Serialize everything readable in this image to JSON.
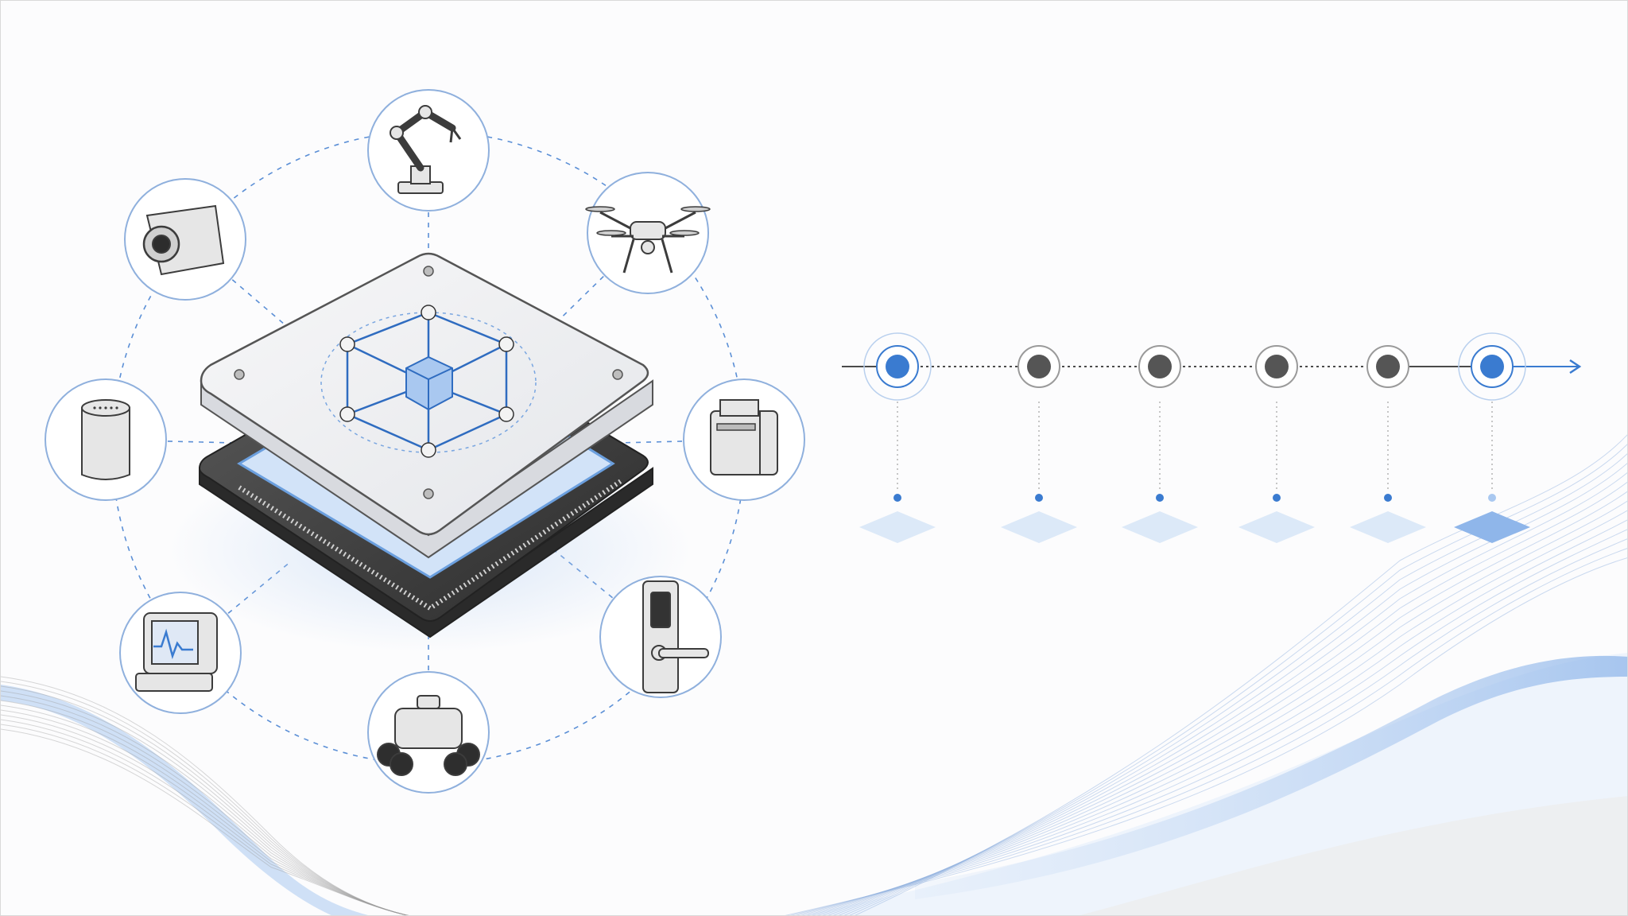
{
  "diagram": {
    "hub": {
      "label": ""
    },
    "devices": [
      {
        "name": "robotic-arm"
      },
      {
        "name": "drone"
      },
      {
        "name": "printer"
      },
      {
        "name": "smart-lock"
      },
      {
        "name": "rover-robot"
      },
      {
        "name": "patient-monitor"
      },
      {
        "name": "smart-speaker"
      },
      {
        "name": "security-camera"
      }
    ],
    "timeline": {
      "stages": [
        {
          "state": "highlight"
        },
        {
          "state": "normal"
        },
        {
          "state": "normal"
        },
        {
          "state": "normal"
        },
        {
          "state": "normal"
        },
        {
          "state": "highlight"
        }
      ]
    }
  },
  "colors": {
    "accent": "#3a7bd0",
    "accent_light": "#d6e5f7",
    "dark": "#555555",
    "line": "#4a4a4a",
    "pencil": "#3c3c3c"
  }
}
